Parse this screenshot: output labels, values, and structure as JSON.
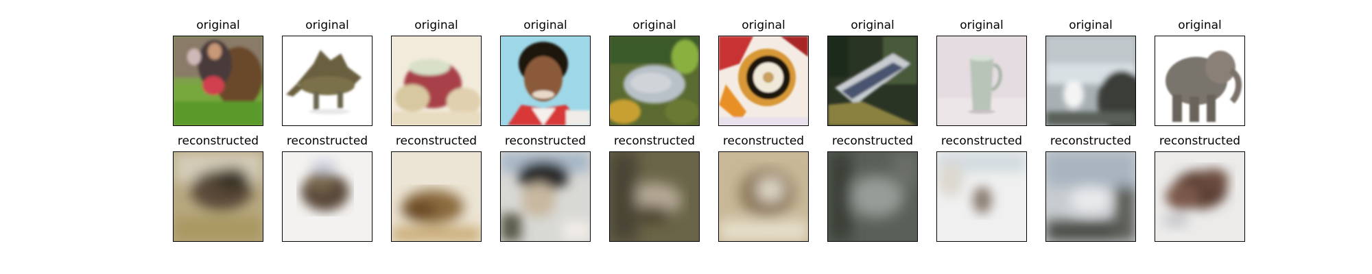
{
  "panels": [
    {
      "row": "top",
      "title": "original",
      "description": "",
      "image": "person-with-cow"
    },
    {
      "row": "top",
      "title": "original",
      "image": "stegosaurus-toy"
    },
    {
      "row": "top",
      "title": "original",
      "image": "apple"
    },
    {
      "row": "top",
      "title": "original",
      "image": "boy-portrait"
    },
    {
      "row": "top",
      "title": "original",
      "image": "fish-in-plants"
    },
    {
      "row": "top",
      "title": "original",
      "image": "rotary-telephone"
    },
    {
      "row": "top",
      "title": "original",
      "image": "train"
    },
    {
      "row": "top",
      "title": "original",
      "image": "mug"
    },
    {
      "row": "top",
      "title": "original",
      "image": "misty-landscape"
    },
    {
      "row": "top",
      "title": "original",
      "image": "elephant"
    },
    {
      "row": "bottom",
      "title": "reconstructed",
      "image": "blurry-person-with-cow"
    },
    {
      "row": "bottom",
      "title": "reconstructed",
      "image": "blurry-stegosaurus"
    },
    {
      "row": "bottom",
      "title": "reconstructed",
      "image": "blurry-apple"
    },
    {
      "row": "bottom",
      "title": "reconstructed",
      "image": "blurry-portrait"
    },
    {
      "row": "bottom",
      "title": "reconstructed",
      "image": "blurry-fish"
    },
    {
      "row": "bottom",
      "title": "reconstructed",
      "image": "blurry-telephone"
    },
    {
      "row": "bottom",
      "title": "reconstructed",
      "image": "blurry-train"
    },
    {
      "row": "bottom",
      "title": "reconstructed",
      "image": "blurry-mug"
    },
    {
      "row": "bottom",
      "title": "reconstructed",
      "image": "blurry-landscape"
    },
    {
      "row": "bottom",
      "title": "reconstructed",
      "image": "blurry-elephant"
    }
  ]
}
